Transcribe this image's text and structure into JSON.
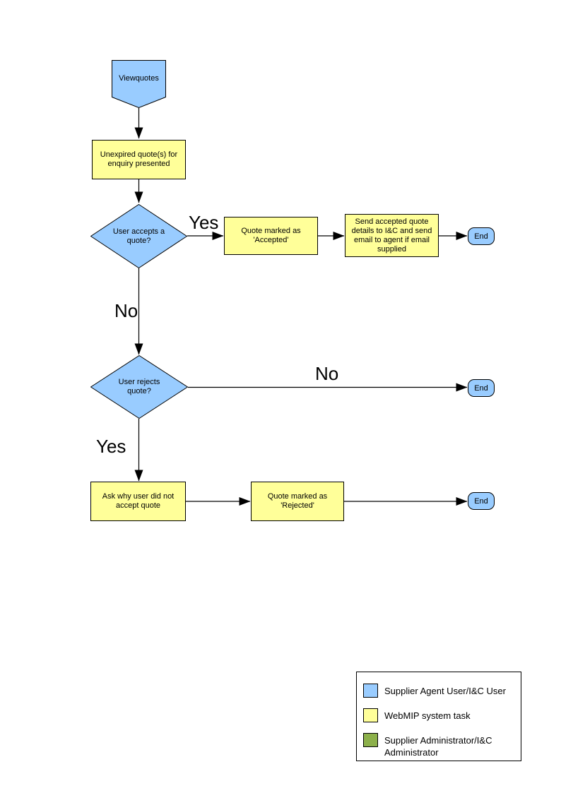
{
  "page": {
    "background": "#FFFFFF"
  },
  "colors": {
    "user_fill": "#99CCFF",
    "system_fill": "#FFFF99",
    "admin_fill": "#8CB04A",
    "shape_border": "#000000",
    "connector": "#000000"
  },
  "nodes": {
    "viewquotes": {
      "label": "Viewquotes",
      "type": "offpage-connector"
    },
    "unexpired": {
      "label": "Unexpired quote(s) for enquiry presented",
      "type": "process"
    },
    "user_accepts": {
      "label": "User accepts a quote?",
      "type": "decision"
    },
    "quote_accepted": {
      "label": "Quote marked as 'Accepted'",
      "type": "process"
    },
    "send_details": {
      "label": "Send accepted quote details to I&C and send email to agent if email supplied",
      "type": "process"
    },
    "end_accept": {
      "label": "End",
      "type": "terminator"
    },
    "user_rejects": {
      "label": "User rejects quote?",
      "type": "decision"
    },
    "end_reject_no": {
      "label": "End",
      "type": "terminator"
    },
    "ask_why": {
      "label": "Ask why user did not accept quote",
      "type": "process"
    },
    "quote_rejected": {
      "label": "Quote marked as 'Rejected'",
      "type": "process"
    },
    "end_reject": {
      "label": "End",
      "type": "terminator"
    }
  },
  "edge_labels": {
    "accepts_yes": "Yes",
    "accepts_no": "No",
    "rejects_no": "No",
    "rejects_yes": "Yes"
  },
  "legend": {
    "items": [
      {
        "label": "Supplier Agent User/I&C User",
        "color": "#99CCFF"
      },
      {
        "label": "WebMIP system task",
        "color": "#FFFF99"
      },
      {
        "label": "Supplier Administrator/I&C Administrator",
        "color": "#8CB04A"
      }
    ]
  }
}
